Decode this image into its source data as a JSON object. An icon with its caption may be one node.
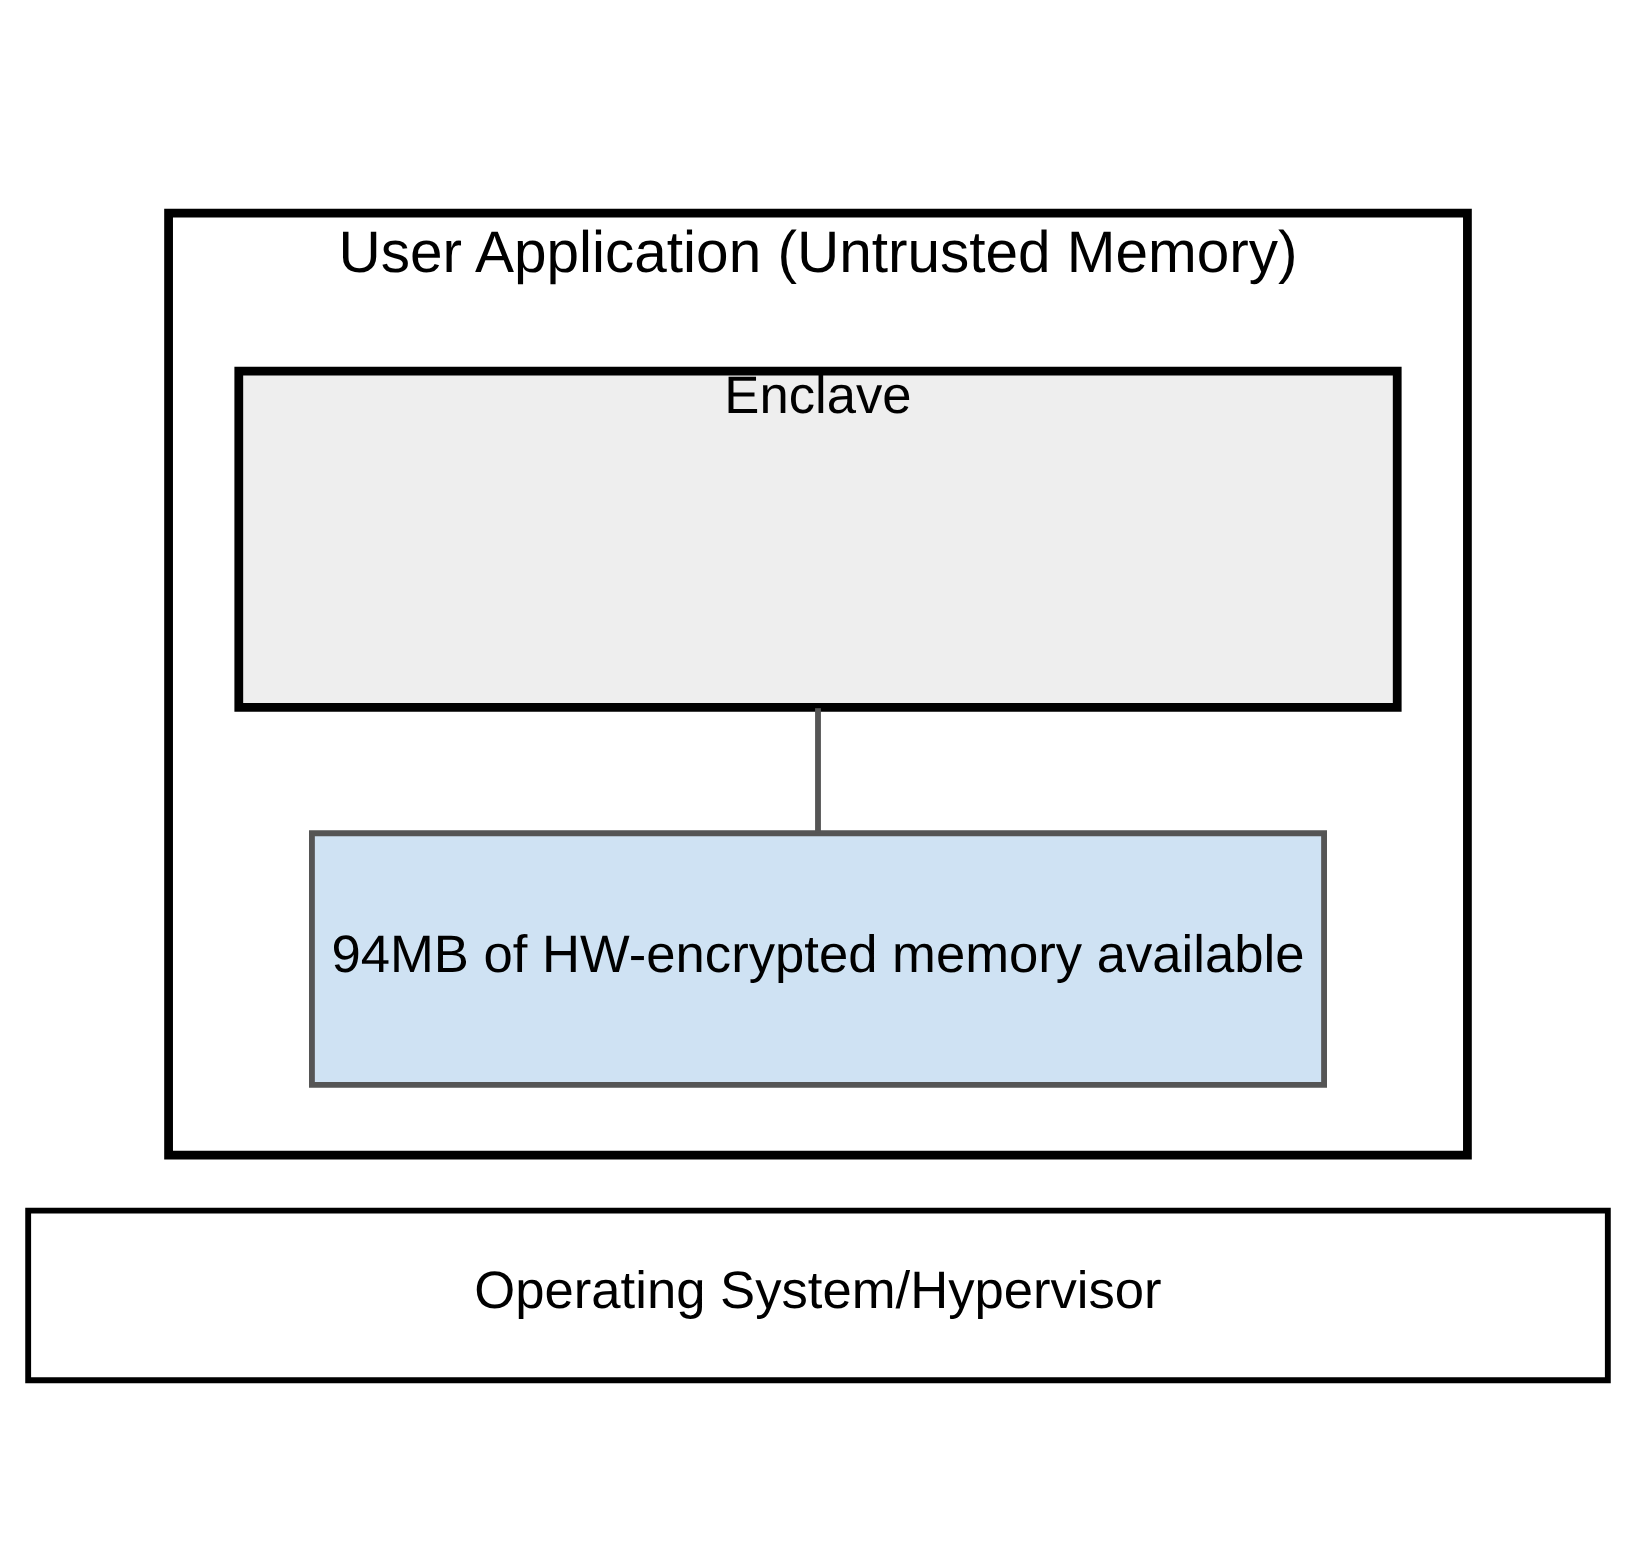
{
  "diagram": {
    "nodes": [
      {
        "text": [
          "User Application (Untrusted Memory)"
        ]
      },
      {
        "text": [
          "Enclave"
        ],
        "in": 0
      },
      {
        "text": [
          "94MB of HW-encrypted memory available"
        ],
        "in": 0
      },
      {
        "text": [
          "Operating System/Hypervisor"
        ]
      }
    ],
    "edges": [
      {
        "from": 2,
        "to": 1,
        "arrow": "none"
      }
    ]
  }
}
